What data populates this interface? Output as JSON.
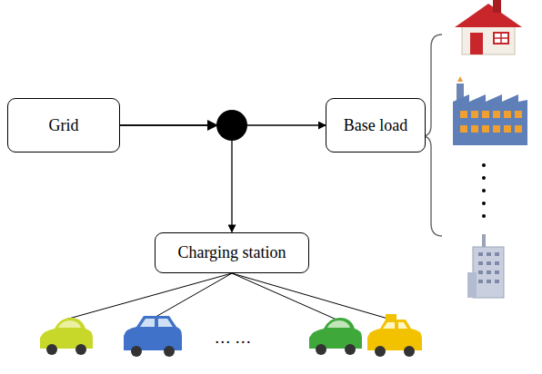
{
  "diagram": {
    "nodes": [
      {
        "text": [
          "Grid"
        ]
      },
      {
        "text": [
          "Base load"
        ]
      },
      {
        "text": [
          "Charging station"
        ]
      }
    ],
    "edges": [
      {
        "from": 0,
        "to": 1,
        "arrow": "to"
      },
      {
        "from": 0,
        "to": 2,
        "arrow": "to"
      }
    ],
    "labels": [
      "… …"
    ]
  }
}
